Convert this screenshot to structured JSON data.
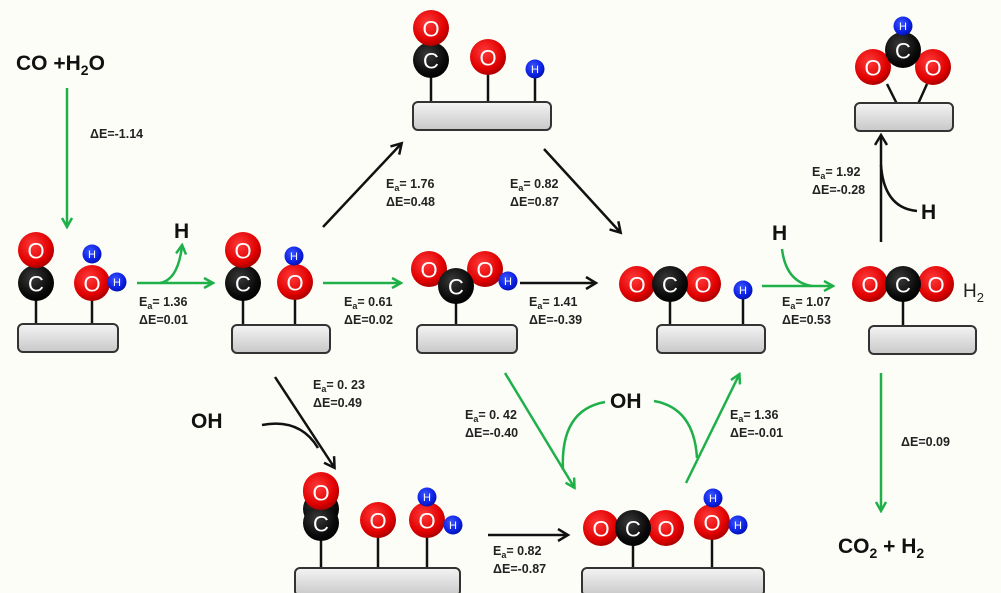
{
  "title": "CO + H2O water-gas shift reaction mechanism on surface",
  "colors": {
    "oxygen": "#e8000b",
    "carbon": "#0a0a0a",
    "hydrogen": "#0a1ee0",
    "green_path": "#1fb04a",
    "black_path": "#111111",
    "slab": "#d9d9d9",
    "background": "#fdfdf8"
  },
  "species": {
    "reactants": {
      "main": "CO +H",
      "sub": "2",
      "tail": "O"
    },
    "products": {
      "a": "CO",
      "a_sub": "2",
      "plus": " + H",
      "b_sub": "2"
    },
    "h_released_1": "H",
    "h_added_cooh": "H",
    "h_added_hcoo": "H",
    "oh_in_1": "OH",
    "oh_cycle": "OH",
    "h2_label": "H",
    "h2_sub": "2"
  },
  "atoms": {
    "O": "O",
    "C": "C",
    "H": "H"
  },
  "steps": [
    {
      "id": "ads",
      "ea": null,
      "de": "-1.14"
    },
    {
      "id": "h2o-diss",
      "ea": "1.36",
      "de": "0.01"
    },
    {
      "id": "co-oh-to-cooh",
      "ea": "0.61",
      "de": "0.02"
    },
    {
      "id": "oh-diss",
      "ea": "1.76",
      "de": "0.48"
    },
    {
      "id": "co-o-to-co2",
      "ea": "0.82",
      "de": "0.87"
    },
    {
      "id": "cooh-diss",
      "ea": "1.41",
      "de": "-0.39"
    },
    {
      "id": "co2-h-to-h2",
      "ea": "1.07",
      "de": "0.53"
    },
    {
      "id": "co2-h-to-hcoo",
      "ea": "1.92",
      "de": "-0.28"
    },
    {
      "id": "desorb",
      "ea": null,
      "de": "0.09"
    },
    {
      "id": "oh-addition",
      "ea": "0. 23",
      "de": "0.49"
    },
    {
      "id": "co-o-oh-to-co2",
      "ea": "0.82",
      "de": "-0.87"
    },
    {
      "id": "cooh-oh",
      "ea": "0. 42",
      "de": "-0.40"
    },
    {
      "id": "h2o-regen",
      "ea": "1.36",
      "de": "-0.01"
    }
  ],
  "energy_prefix": {
    "ea": "E",
    "ea_sub": "a",
    "ea_eq": "= ",
    "de": "ΔE="
  }
}
